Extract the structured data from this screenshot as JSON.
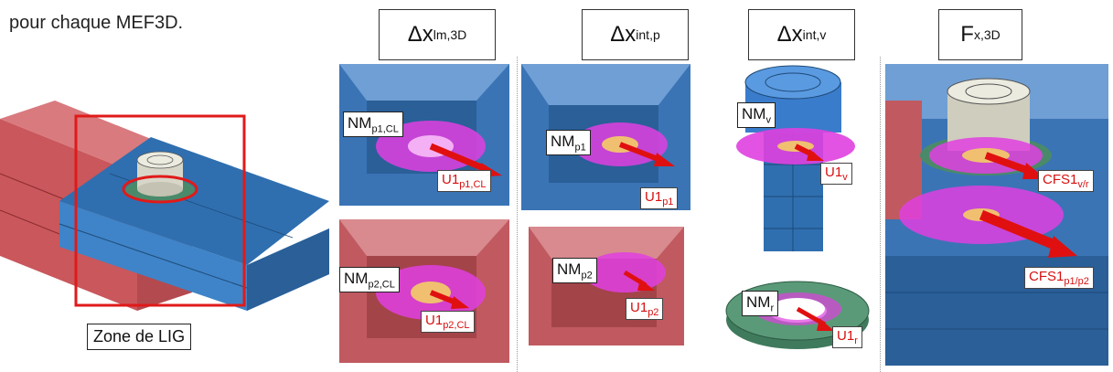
{
  "intro_text": "pour chaque MEF3D.",
  "zone_label": "Zone de LIG",
  "headers": [
    {
      "main": "Δx",
      "sub": "lm,3D"
    },
    {
      "main": "Δx",
      "sub": "int,p"
    },
    {
      "main": "Δx",
      "sub": "int,v"
    },
    {
      "main": "F",
      "sub": "x,3D"
    }
  ],
  "labels": {
    "nm_p1cl": {
      "main": "NM",
      "sub": "p1,CL"
    },
    "u1_p1cl": {
      "main": "U1",
      "sub": "p1,CL"
    },
    "nm_p2cl": {
      "main": "NM",
      "sub": "p2,CL"
    },
    "u1_p2cl": {
      "main": "U1",
      "sub": "p2,CL"
    },
    "nm_p1": {
      "main": "NM",
      "sub": "p1"
    },
    "u1_p1": {
      "main": "U1",
      "sub": "p1"
    },
    "nm_p2": {
      "main": "NM",
      "sub": "p2"
    },
    "u1_p2": {
      "main": "U1",
      "sub": "p2"
    },
    "nm_v": {
      "main": "NM",
      "sub": "v"
    },
    "u1_v": {
      "main": "U1",
      "sub": "v"
    },
    "nm_r": {
      "main": "NM",
      "sub": "r"
    },
    "u1_r": {
      "main": "U1",
      "sub": "r"
    },
    "cfs1_vr": {
      "main": "CFS1",
      "sub": "v/r"
    },
    "cfs1_p1p2": {
      "main": "CFS1",
      "sub": "p1/p2"
    }
  },
  "colors": {
    "plate_blue": "#2f6fb0",
    "plate_red": "#c9575c",
    "magenta": "#e040e0",
    "arrow_red": "#e01010",
    "frame_red": "#e01a1a",
    "washer_green": "#4a8a6a",
    "bolt_grey": "#d8d6c8"
  }
}
